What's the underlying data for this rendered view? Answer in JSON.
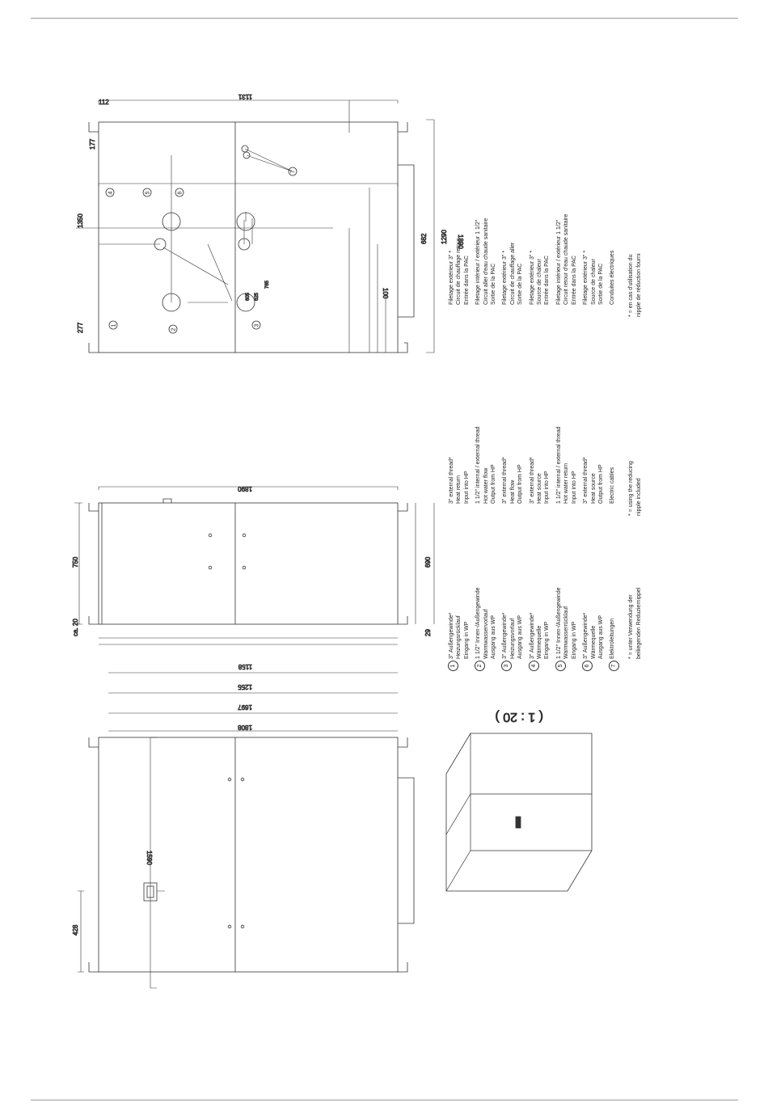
{
  "scale_label": "( 1 : 20 )",
  "dims": {
    "top_1131": "1131",
    "top_112": "112",
    "top_177": "177",
    "top_1350": "1350",
    "top_277": "277",
    "top_1290": "1290",
    "top_682": "682",
    "top_100": "100",
    "top_605": "605",
    "top_625": "625",
    "top_765": "765",
    "top_1890": "1890",
    "side_1890": "1890",
    "side_750": "750",
    "side_690": "690",
    "side_ca20": "ca. 20",
    "side_29": "29",
    "side_1158": "1158",
    "side_1255": "1255",
    "side_1697": "1697",
    "side_1808": "1808",
    "front_428": "428",
    "front_1590": "1590"
  },
  "callouts": [
    "1",
    "2",
    "3",
    "4",
    "5",
    "6",
    "7"
  ],
  "legend": [
    {
      "num": "1",
      "de": "3\" Außengewinde*\nHeizungsrücklauf\nEingang in WP",
      "en": "3\" external thread*\nHeat return\nInput into HP",
      "fr": "Filetage extérieur 3\" *\nCircuit de chauffage retour\nEntrée dans la PAC",
      "shade": true
    },
    {
      "num": "2",
      "de": "1 1/2\" Innen-/Außengewinde\nWarmwasservorlauf\nAusgang aus WP",
      "en": "1 1/2\" internal / external thread\nHot water flow\nOutput from HP",
      "fr": "Filetage intérieur / extérieur 1 1/2\"\nCircuit aller d'eau chaude sanitaire\nSortie de la PAC",
      "shade": false
    },
    {
      "num": "3",
      "de": "3\" Außengewinde*\nHeizungsvorlauf\nAusgang aus WP",
      "en": "3\" external thread*\nHeat flow\nOutput from HP",
      "fr": "Filetage extérieur 3\" *\nCircuit de chauffage aller\nSortie de la PAC",
      "shade": true
    },
    {
      "num": "4",
      "de": "3\" Außengewinde*\nWärmequelle\nEingang in WP",
      "en": "3\" external thread*\nHeat source\nInput into HP",
      "fr": "Filetage extérieur 3\" *\nSource de chaleur\nEntrée dans la PAC",
      "shade": false
    },
    {
      "num": "5",
      "de": "1 1/2\" Innen-/Außengewinde\nWarmwasserrücklauf\nEingang in WP",
      "en": "1 1/2\" internal / external thread\nHot water return\nInput into HP",
      "fr": "Filetage intérieur / extérieur 1 1/2\"\nCircuit retour d'eau chaude sanitaire\nEntrée dans la PAC",
      "shade": true
    },
    {
      "num": "6",
      "de": "3\" Außengewinde*\nWärmequelle\nAusgang aus WP",
      "en": "3\" external thread*\nHeat source\nOutput from HP",
      "fr": "Filetage extérieur 3\" *\nSource de chaleur\nSortie de la PAC",
      "shade": false
    },
    {
      "num": "7",
      "de": "Elektroleitungen",
      "en": "Electric cables",
      "fr": "Conduites électriques",
      "shade": true
    }
  ],
  "footnote": {
    "de": "* = unter Verwendung der\nbeiliegenden Reduziernippel",
    "en": "* = using the reducing\nnipple included",
    "fr": "* = en cas d'utilisation du\nnipple de réduction fourni"
  }
}
